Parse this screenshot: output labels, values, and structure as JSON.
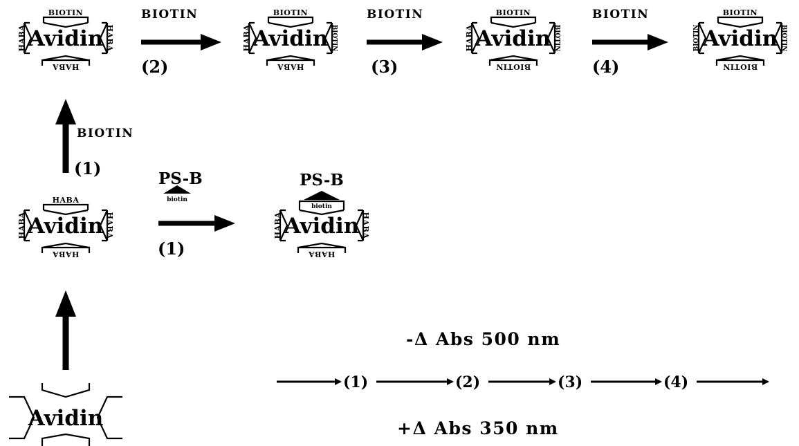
{
  "complexes": {
    "top1": {
      "label": "Avidin",
      "top": "BIOTIN",
      "left": "HABA",
      "right": "HABA",
      "bottom": "HABA"
    },
    "top2": {
      "label": "Avidin",
      "top": "BIOTIN",
      "left": "HABA",
      "right": "BIOTIN",
      "bottom": "HABA"
    },
    "top3": {
      "label": "Avidin",
      "top": "BIOTIN",
      "left": "HABA",
      "right": "BIOTIN",
      "bottom": "BIOTIN"
    },
    "top4": {
      "label": "Avidin",
      "top": "BIOTIN",
      "left": "BIOTIN",
      "right": "BIOTIN",
      "bottom": "BIOTIN"
    },
    "mid": {
      "label": "Avidin",
      "top": "HABA",
      "left": "HABA",
      "right": "HABA",
      "bottom": "HABA"
    },
    "psb": {
      "label": "Avidin",
      "top": "biotin",
      "left": "HABA",
      "right": "HABA",
      "bottom": "HABA",
      "tag": "PS-B"
    },
    "free": {
      "label": "Avidin"
    }
  },
  "arrows": {
    "a2": {
      "label": "BIOTIN",
      "step": "(2)"
    },
    "a3": {
      "label": "BIOTIN",
      "step": "(3)"
    },
    "a4": {
      "label": "BIOTIN",
      "step": "(4)"
    },
    "a1v": {
      "label": "BIOTIN",
      "step": "(1)"
    },
    "a1h": {
      "tag": "PS-B",
      "tag_sub": "biotin",
      "step": "(1)"
    }
  },
  "readout": {
    "minus": "-Δ Abs 500 nm",
    "plus": "+Δ Abs 350 nm",
    "steps": [
      "(1)",
      "(2)",
      "(3)",
      "(4)"
    ]
  }
}
